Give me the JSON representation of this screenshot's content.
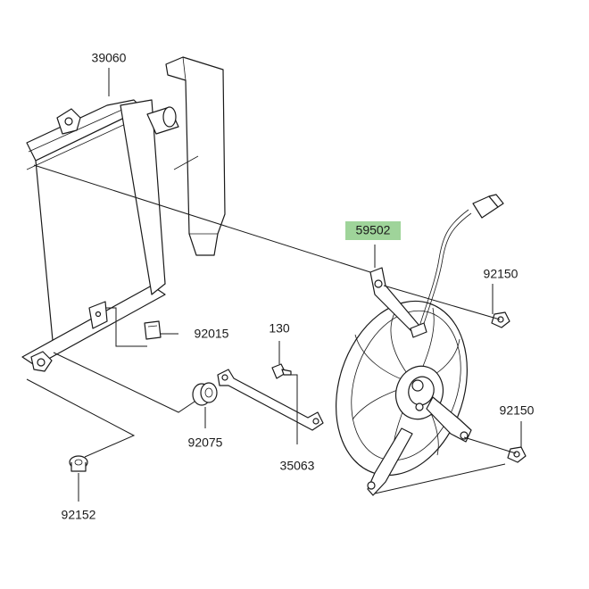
{
  "diagram": {
    "labels": {
      "radiator": "39060",
      "fan": "59502",
      "bolt_top": "92150",
      "bolt_bottom": "92150",
      "grommet_small": "92015",
      "bolt_130": "130",
      "bracket": "35063",
      "grommet": "92075",
      "bolt_92152": "92152"
    },
    "highlight_color": "#9fd49a",
    "highlighted_part": "59502"
  }
}
